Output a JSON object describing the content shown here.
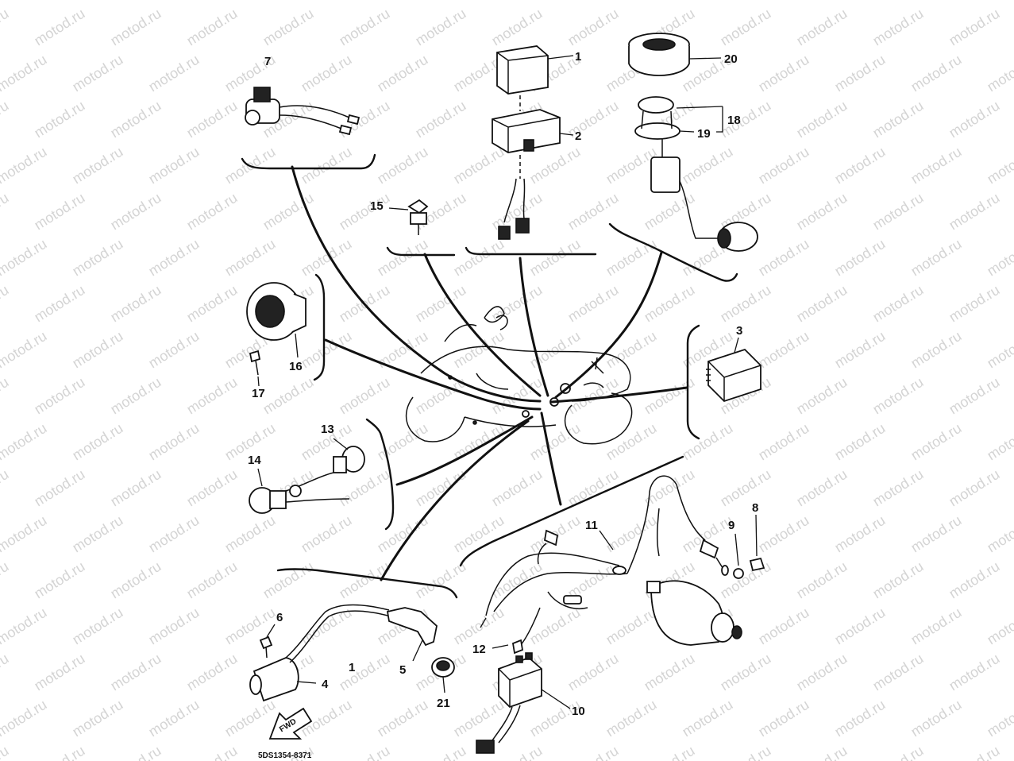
{
  "watermark": {
    "text": "motod.ru"
  },
  "diagram_code": "5DS1354-8371",
  "fwd_label": "FWD",
  "callouts": [
    {
      "key": "c1",
      "text": "1"
    },
    {
      "key": "c1b",
      "text": "1"
    },
    {
      "key": "c2",
      "text": "2"
    },
    {
      "key": "c3",
      "text": "3"
    },
    {
      "key": "c4",
      "text": "4"
    },
    {
      "key": "c5",
      "text": "5"
    },
    {
      "key": "c6",
      "text": "6"
    },
    {
      "key": "c7",
      "text": "7"
    },
    {
      "key": "c8",
      "text": "8"
    },
    {
      "key": "c9",
      "text": "9"
    },
    {
      "key": "c10",
      "text": "10"
    },
    {
      "key": "c11",
      "text": "11"
    },
    {
      "key": "c12",
      "text": "12"
    },
    {
      "key": "c13",
      "text": "13"
    },
    {
      "key": "c14",
      "text": "14"
    },
    {
      "key": "c15",
      "text": "15"
    },
    {
      "key": "c16",
      "text": "16"
    },
    {
      "key": "c17",
      "text": "17"
    },
    {
      "key": "c18",
      "text": "18"
    },
    {
      "key": "c19",
      "text": "19"
    },
    {
      "key": "c20",
      "text": "20"
    },
    {
      "key": "c21",
      "text": "21"
    }
  ]
}
